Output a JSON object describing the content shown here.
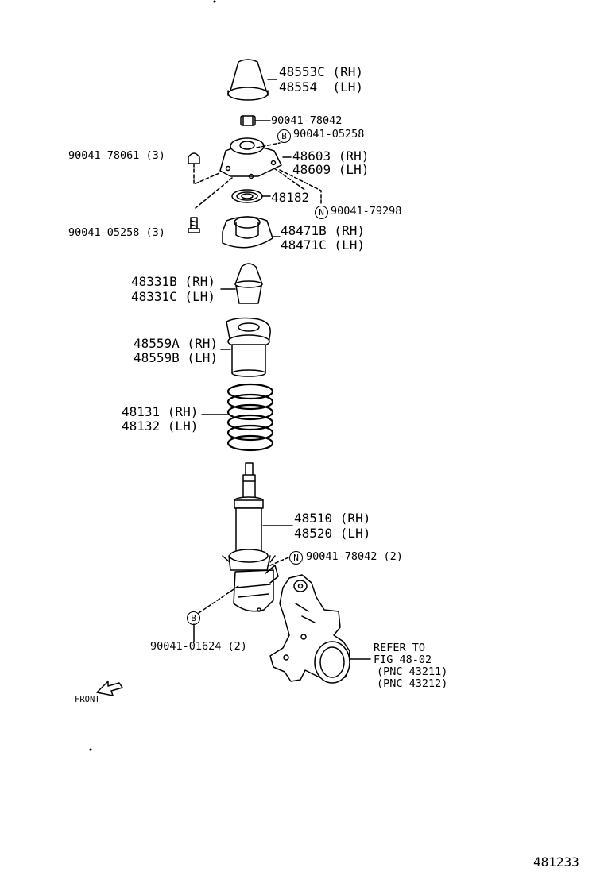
{
  "labels": {
    "dust_boot": [
      "48553C (RH)",
      "48554  (LH)"
    ],
    "nut_top": "90041-78042",
    "bolt_b_top": "90041-05258",
    "nut_left": "90041-78061 (3)",
    "support": [
      "48603 (RH)",
      "48609 (LH)"
    ],
    "bearing": "48182",
    "nut_n": "90041-79298",
    "bolt_left": "90041-05258 (3)",
    "spring_seat": [
      "48471B (RH)",
      "48471C (LH)"
    ],
    "bumper": [
      "48331B (RH)",
      "48331C (LH)"
    ],
    "insulator": [
      "48559A (RH)",
      "48559B (LH)"
    ],
    "spring": [
      "48131 (RH)",
      "48132 (LH)"
    ],
    "absorber": [
      "48510 (RH)",
      "48520 (LH)"
    ],
    "nut_absorber": "90041-78042 (2)",
    "bolt_absorber": "90041-01624 (2)",
    "refer": [
      "REFER TO",
      "FIG 48-02",
      "(PNC 43211)",
      "(PNC 43212)"
    ],
    "front": "FRONT",
    "diagram_number": "481233"
  },
  "badges": {
    "b": "B",
    "n": "N"
  }
}
